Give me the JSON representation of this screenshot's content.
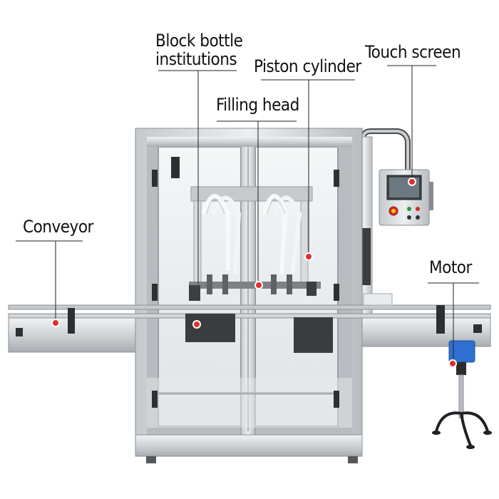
{
  "labels": {
    "block_bottle": {
      "line1": "Block bottle",
      "line2": "institutions"
    },
    "piston_cylinder": "Piston cylinder",
    "touch_screen": "Touch screen",
    "filling_head": "Filling head",
    "conveyor": "Conveyor",
    "motor": "Motor"
  },
  "colors": {
    "marker": "#e03030",
    "steel_light": "#d9dcdf",
    "steel_mid": "#b8bcc0",
    "steel_dark": "#8a8e92",
    "window_glass": "#eef1f3",
    "motor_blue": "#2f6fd1"
  }
}
